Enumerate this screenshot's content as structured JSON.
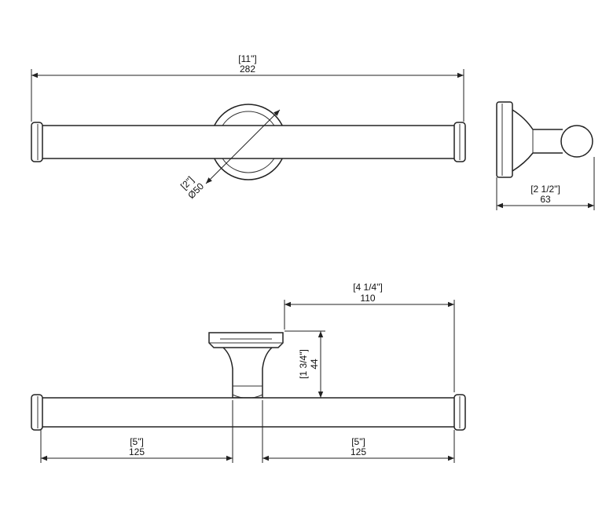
{
  "drawing": {
    "top_view": {
      "overall_length_in": "[11\"]",
      "overall_length_mm": "282",
      "flange_diameter_in": "[2\"]",
      "flange_diameter_mm": "Ø50"
    },
    "side_view": {
      "projection_in": "[2 1/2\"]",
      "projection_mm": "63"
    },
    "front_view": {
      "post_offset_in": "[4 1/4\"]",
      "post_offset_mm": "110",
      "post_height_in": "[1 3/4\"]",
      "post_height_mm": "44",
      "left_arm_in": "[5\"]",
      "left_arm_mm": "125",
      "right_arm_in": "[5\"]",
      "right_arm_mm": "125"
    }
  }
}
